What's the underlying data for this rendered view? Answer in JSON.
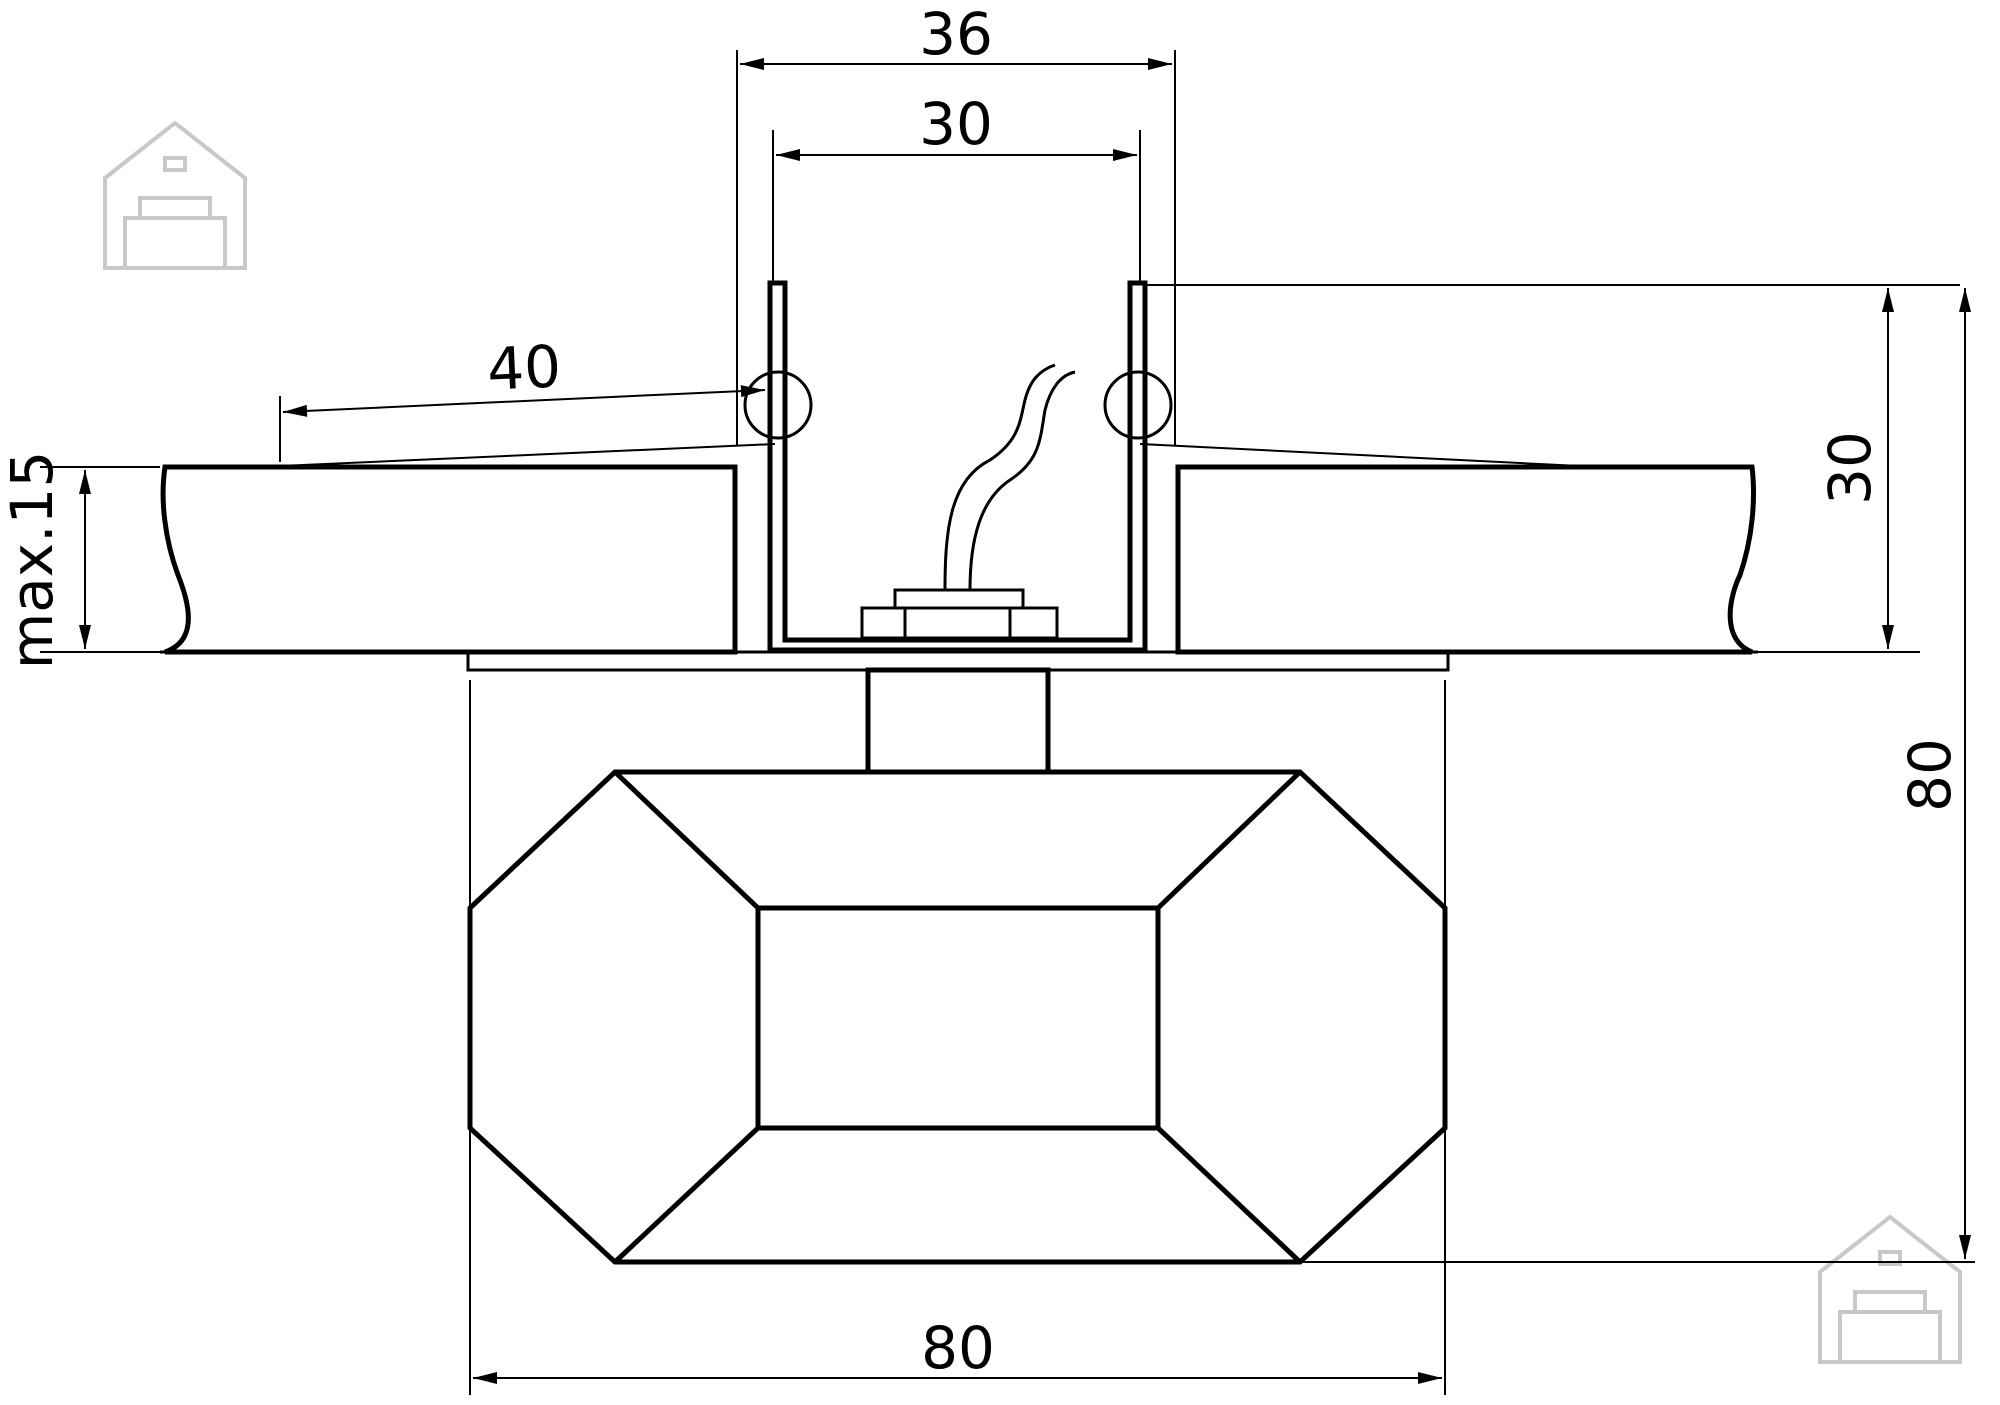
{
  "dimensions": {
    "housing_outer_width": "36",
    "housing_inner_width": "30",
    "flange_radius": "40",
    "ceiling_thickness": "max.15",
    "housing_height": "30",
    "total_height": "80",
    "crystal_width": "80"
  },
  "colors": {
    "line": "#000000",
    "watermark": "#c8c8c8",
    "background": "#ffffff"
  },
  "icons": [
    "house-sofa-logo-icon"
  ]
}
